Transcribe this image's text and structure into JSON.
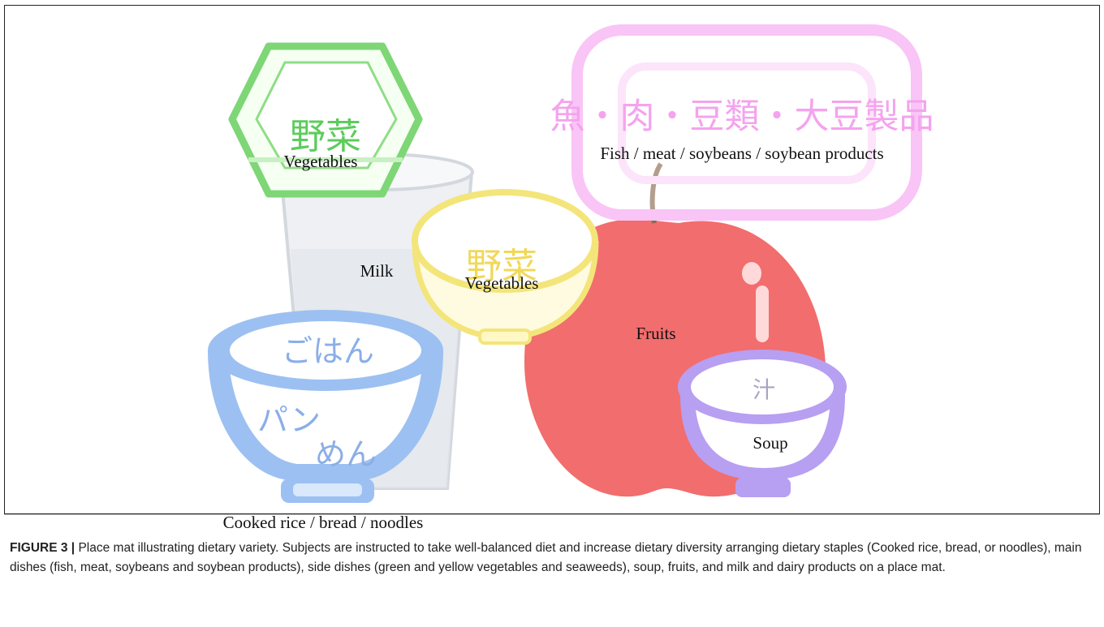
{
  "figure": {
    "food_labels": {
      "vegetables_green_jp": "野菜",
      "vegetables_green_en": "Vegetables",
      "main_dish_jp": "魚・肉・豆類・大豆製品",
      "main_dish_en": "Fish / meat / soybeans / soybean products",
      "milk_en": "Milk",
      "vegetables_yellow_jp": "野菜",
      "vegetables_yellow_en": "Vegetables",
      "fruits_en": "Fruits",
      "staple_jp_1": "ごはん",
      "staple_jp_2": "パン",
      "staple_jp_3": "めん",
      "soup_jp": "汁",
      "soup_en": "Soup",
      "staple_en": "Cooked rice / bread / noodles"
    },
    "colors": {
      "green": "#6fd26a",
      "pink": "#f7b8f3",
      "yellow": "#f5e36a",
      "blue": "#8fb8f0",
      "purple": "#b49af0",
      "red": "#f06a6a",
      "glass": "#d8dde3"
    }
  },
  "caption": {
    "label": "FIGURE 3 |",
    "text": "Place mat illustrating dietary variety. Subjects are instructed to take well-balanced diet and increase dietary diversity arranging dietary staples (Cooked rice, bread, or noodles), main dishes (fish, meat, soybeans and soybean products), side dishes (green and yellow vegetables and seaweeds), soup, fruits, and milk and dairy products on a place mat."
  }
}
